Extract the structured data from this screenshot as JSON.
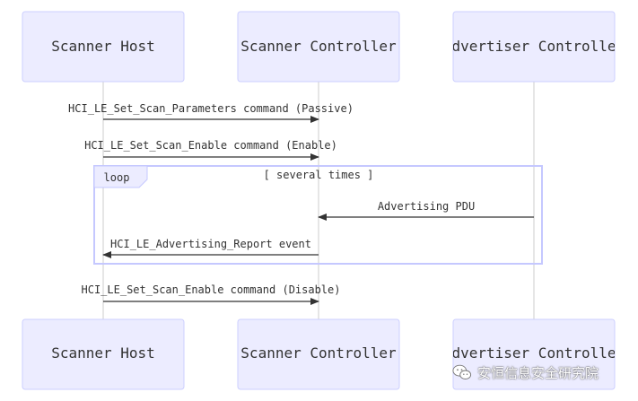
{
  "actors": [
    {
      "name": "Scanner Host"
    },
    {
      "name": "Scanner Controller"
    },
    {
      "name": "Advertiser Controller"
    }
  ],
  "messages": [
    {
      "text": "HCI_LE_Set_Scan_Parameters command (Passive)",
      "from": 0,
      "to": 1
    },
    {
      "text": "HCI_LE_Set_Scan_Enable command (Enable)",
      "from": 0,
      "to": 1
    },
    {
      "text": "Advertising PDU",
      "from": 2,
      "to": 1
    },
    {
      "text": "HCI_LE_Advertising_Report event",
      "from": 1,
      "to": 0
    },
    {
      "text": "HCI_LE_Set_Scan_Enable command (Disable)",
      "from": 0,
      "to": 1
    }
  ],
  "loop": {
    "label": "loop",
    "condition": "[ several times ]"
  },
  "watermark": {
    "text": "安恒信息安全研究院"
  },
  "colors": {
    "actor_fill": "#ececff",
    "actor_stroke": "#cccfff",
    "loop_stroke": "#c5c8ff",
    "line": "#333333"
  }
}
